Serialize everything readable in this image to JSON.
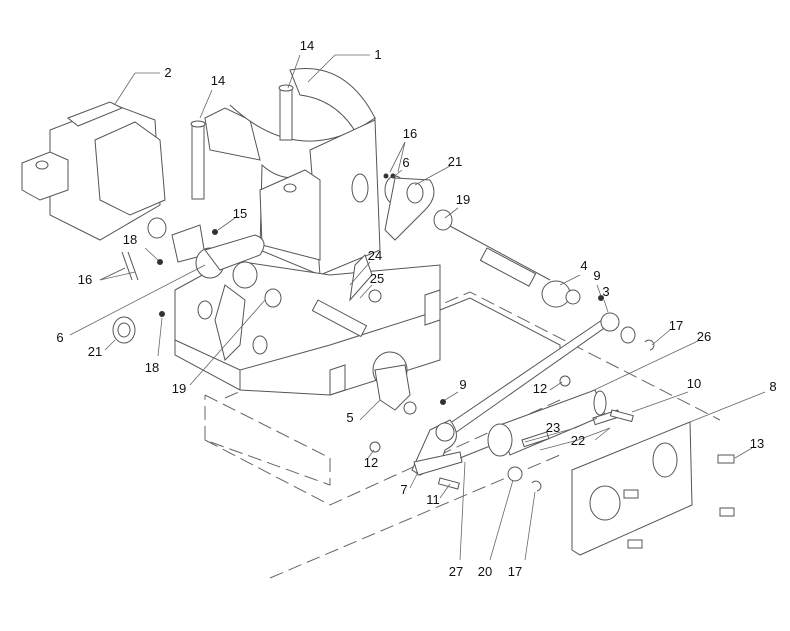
{
  "diagram": {
    "type": "exploded parts diagram",
    "callouts": [
      "14",
      "1",
      "2",
      "14",
      "16",
      "6",
      "21",
      "19",
      "15",
      "18",
      "16",
      "24",
      "25",
      "4",
      "9",
      "3",
      "6",
      "21",
      "18",
      "19",
      "17",
      "26",
      "9",
      "12",
      "10",
      "8",
      "5",
      "23",
      "22",
      "13",
      "12",
      "7",
      "11",
      "27",
      "20",
      "17"
    ]
  }
}
